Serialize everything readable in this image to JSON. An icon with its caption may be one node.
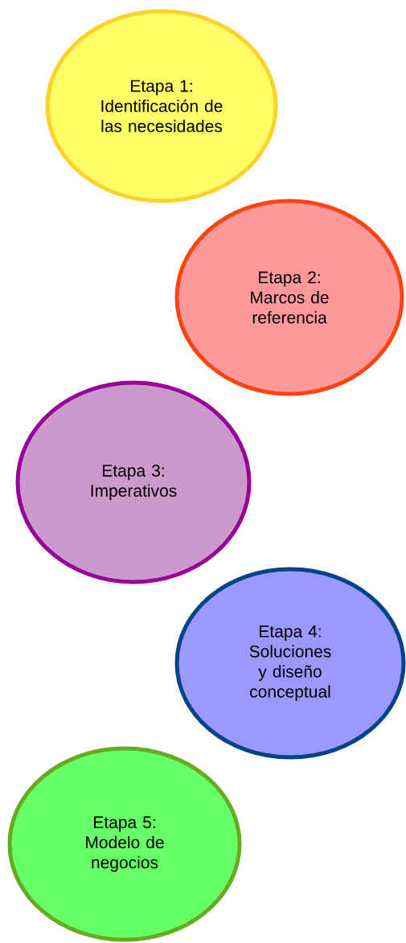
{
  "diagram": {
    "nodes": [
      {
        "text": [
          "Etapa 1: Identificación de las necesidades"
        ]
      },
      {
        "text": [
          "Etapa 2: Marcos de referencia"
        ]
      },
      {
        "text": [
          "Etapa 3: Imperativos"
        ]
      },
      {
        "text": [
          "Etapa 4: Soluciones y diseño conceptual"
        ]
      },
      {
        "text": [
          "Etapa 5: Modelo de negocios"
        ]
      }
    ]
  }
}
